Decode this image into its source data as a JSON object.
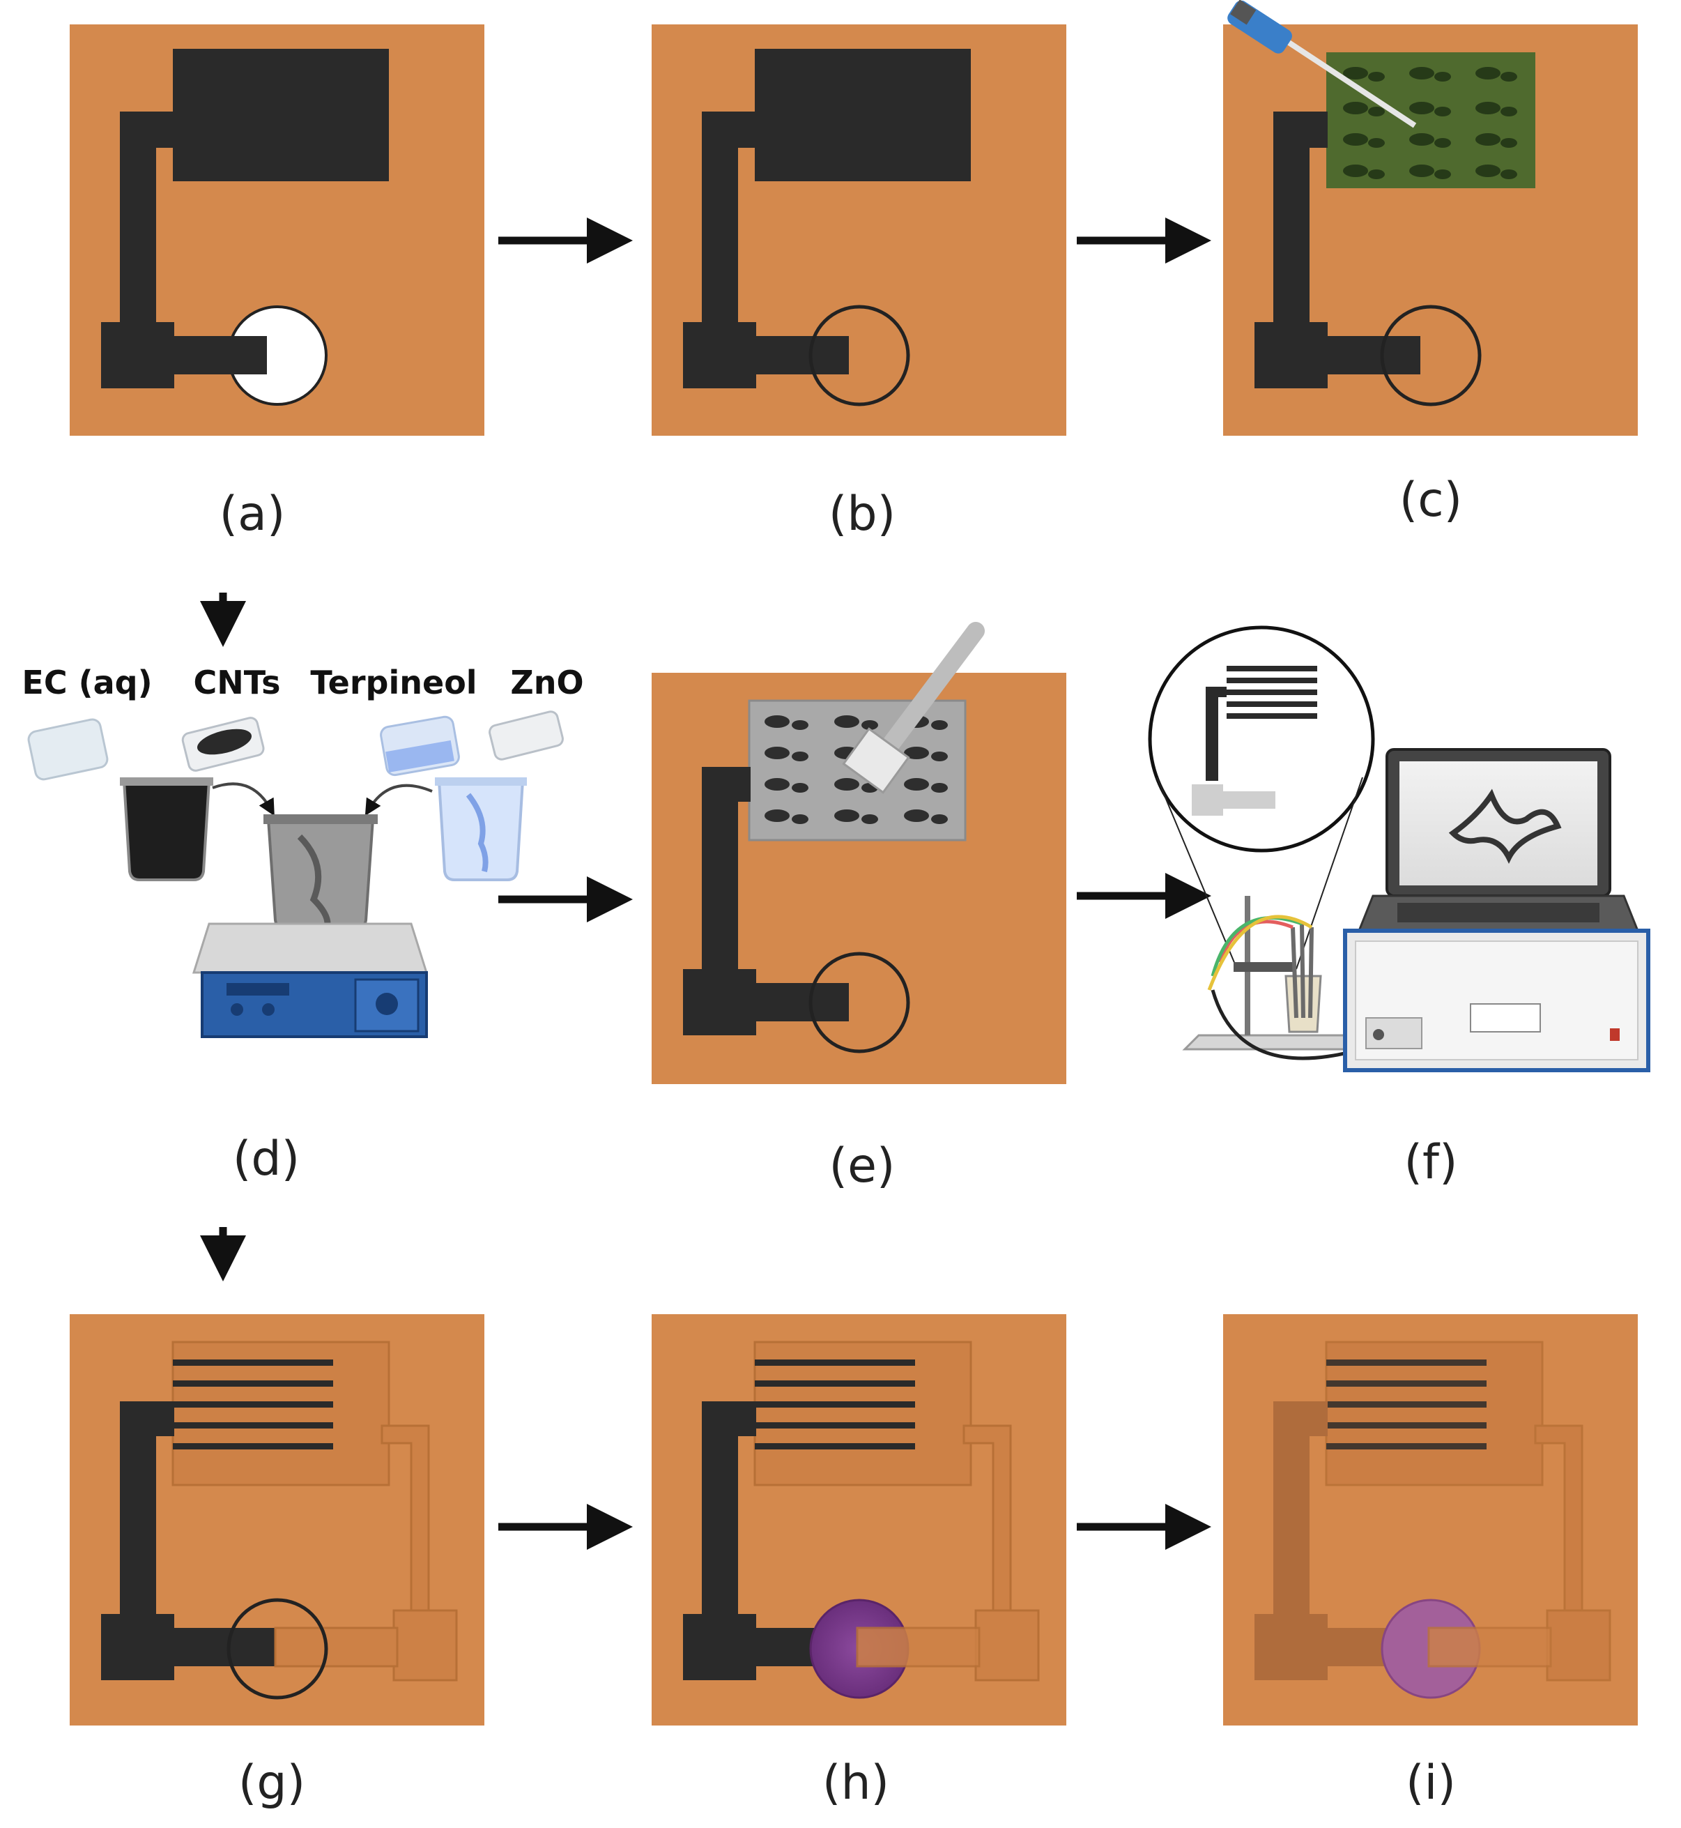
{
  "figure": {
    "panels": {
      "a": {
        "label": "(a)",
        "electrode": "bare",
        "well": "white"
      },
      "b": {
        "label": "(b)",
        "electrode": "bare",
        "well": "outlined"
      },
      "c": {
        "label": "(c)",
        "electrode": "pipette drop-cast",
        "well": "outlined"
      },
      "d": {
        "label": "(d)",
        "reagents": [
          "EC (aq)",
          "CNTs",
          "Terpineol",
          "ZnO"
        ]
      },
      "e": {
        "label": "(e)",
        "electrode": "screen printing",
        "well": "outlined"
      },
      "f": {
        "label": "(f)",
        "instrument": "potentiostat with laptop"
      },
      "g": {
        "label": "(g)",
        "electrode": "interdigitated",
        "well": "outlined"
      },
      "h": {
        "label": "(h)",
        "electrode": "interdigitated",
        "well": "purple"
      },
      "i": {
        "label": "(i)",
        "electrode": "encapsulated",
        "well": "purple"
      }
    },
    "colors": {
      "substrate": "#d4894d",
      "ink": "#2a2a2a",
      "mesh_green": "#4f6a2e",
      "mesh_grey": "#a9a9a9",
      "purple_well": "#7a3a8c",
      "blue_device": "#2a5fa8",
      "arrow": "#111111"
    },
    "icons": [
      "pipette-icon",
      "beaker-icon",
      "stirrer-icon",
      "squeegee-icon",
      "laptop-icon",
      "potentiostat-icon",
      "magnifier-icon"
    ]
  }
}
